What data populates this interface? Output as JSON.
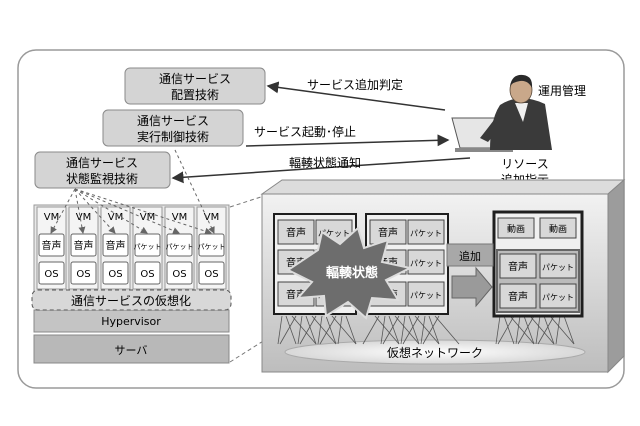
{
  "tech_boxes": {
    "placement": [
      "通信サービス",
      "配置技術"
    ],
    "execution": [
      "通信サービス",
      "実行制御技術"
    ],
    "monitoring": [
      "通信サービス",
      "状態監視技術"
    ]
  },
  "arrows": {
    "service_add_judgment": "サービス追加判定",
    "service_start_stop": "サービス起動･停止",
    "congestion_notify": "輻輳状態通知"
  },
  "operator": {
    "label": "運用管理",
    "resource_lines": [
      "リソース",
      "追加指示"
    ]
  },
  "left_stack": {
    "vm_label": "VM",
    "voice_label": "音声",
    "packet_label": "パケット",
    "os_label": "OS",
    "virtualization_label": "通信サービスの仮想化",
    "hypervisor_label": "Hypervisor",
    "server_label": "サーバ"
  },
  "right_panel": {
    "voice_label": "音声",
    "packet_label": "パケット",
    "video_label": "動画",
    "congestion_label": "輻輳状態",
    "add_label": "追加",
    "network_label": "仮想ネットワーク"
  },
  "colors": {
    "box_fill": "#d4d4d4",
    "panel_fill": "#c8c8c8",
    "dark": "#2a2a2a"
  }
}
